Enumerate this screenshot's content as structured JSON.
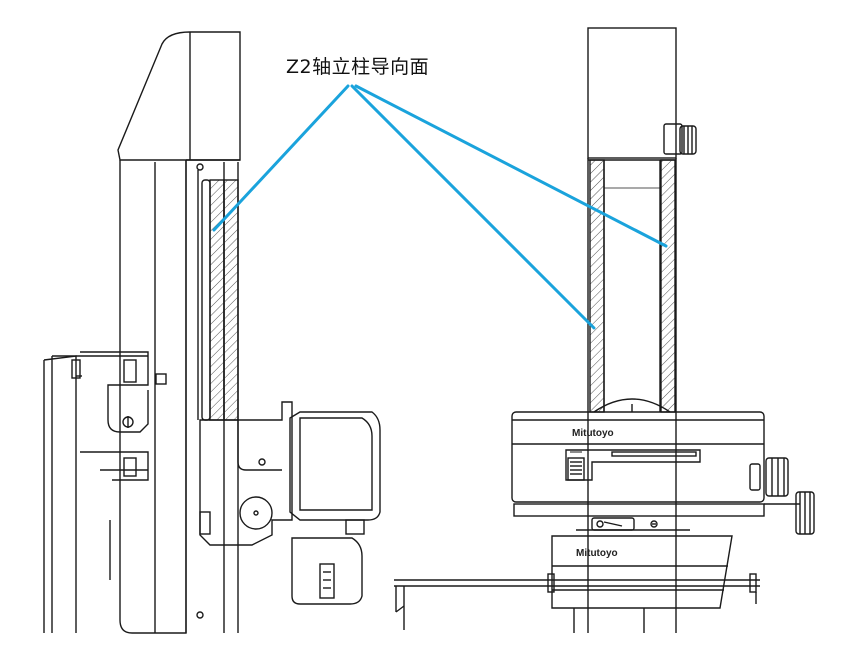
{
  "callout": {
    "label": "Z2轴立柱导向面"
  },
  "brands": {
    "upper_unit": "Mitutoyo",
    "lower_unit": "Mitutoyo"
  },
  "colors": {
    "leader_line": "#1aa3dc",
    "outline": "#1a1a1a",
    "hatch": "#555555"
  }
}
